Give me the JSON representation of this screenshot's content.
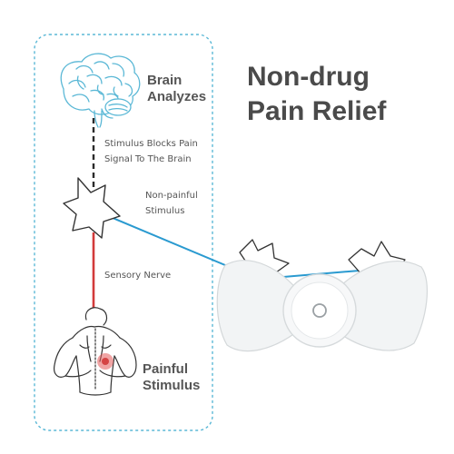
{
  "headline": {
    "line1": "Non-drug",
    "line2": "Pain Relief"
  },
  "labels": {
    "brain_line1": "Brain",
    "brain_line2": "Analyzes",
    "blocks_line1": "Stimulus Blocks Pain",
    "blocks_line2": "Signal To The Brain",
    "nonpainful_line1": "Non-painful",
    "nonpainful_line2": "Stimulus",
    "sensory_nerve": "Sensory Nerve",
    "painful_line1": "Painful",
    "painful_line2": "Stimulus"
  },
  "colors": {
    "panel_border": "#5bb8d6",
    "brain": "#5bb8d6",
    "signal_line": "#2b2b2b",
    "nerve_red": "#d23a3a",
    "connector_blue": "#2a9ad0",
    "label_text": "#555555"
  }
}
